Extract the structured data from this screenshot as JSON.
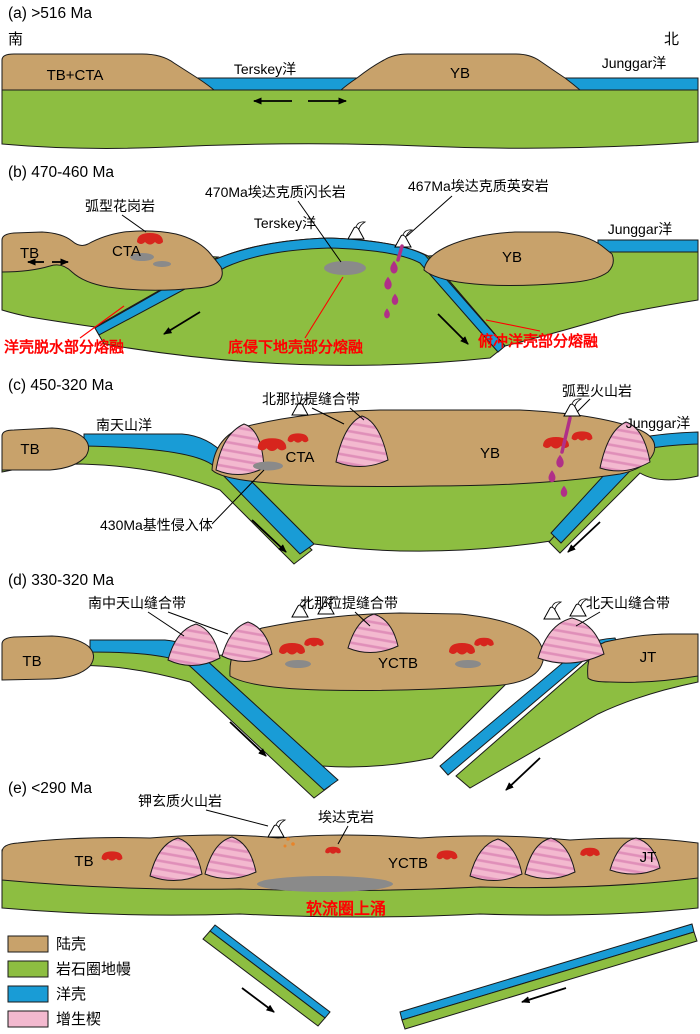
{
  "colors": {
    "continental_crust": "#C8A26B",
    "lithospheric_mantle": "#8DBE41",
    "oceanic_crust": "#199CD6",
    "accretionary_wedge": "#F3B9CF",
    "wedge_stripe": "#E08FB9",
    "magma_red": "#D7251D",
    "adakite_purple": "#B03088",
    "intrusion_gray": "#8A8A8A",
    "annotation_red": "#FF0000",
    "outline": "#1A1A1A"
  },
  "panels": {
    "a": {
      "title": "(a) >516 Ma",
      "direction_south": "南",
      "direction_north": "北",
      "blocks": {
        "tb_cta": "TB+CTA",
        "terskey_ocean": "Terskey洋",
        "yb": "YB",
        "junggar_ocean": "Junggar洋"
      }
    },
    "b": {
      "title": "(b) 470-460 Ma",
      "annotations": {
        "arc_granite": "弧型花岗岩",
        "adakitic_diorite": "470Ma埃达克质闪长岩",
        "adakitic_dacite": "467Ma埃达克质英安岩",
        "slab_dehydration_melting": "洋壳脱水部分熔融",
        "underplated_lower_crust_melting": "底侵下地壳部分熔融",
        "subducted_oceanic_crust_melting": "俯冲洋壳部分熔融"
      },
      "blocks": {
        "tb": "TB",
        "cta": "CTA",
        "terskey_ocean": "Terskey洋",
        "yb": "YB",
        "junggar_ocean": "Junggar洋"
      }
    },
    "c": {
      "title": "(c) 450-320 Ma",
      "annotations": {
        "north_nalati_suture": "北那拉提缝合带",
        "arc_volcanics": "弧型火山岩",
        "mafic_intrusion": "430Ma基性侵入体"
      },
      "blocks": {
        "tb": "TB",
        "south_tianshan_ocean": "南天山洋",
        "cta": "CTA",
        "yb": "YB",
        "junggar_ocean": "Junggar洋"
      }
    },
    "d": {
      "title": "(d) 330-320 Ma",
      "annotations": {
        "south_central_tianshan_suture": "南中天山缝合带",
        "north_nalati_suture": "北那拉提缝合带",
        "north_tianshan_suture": "北天山缝合带"
      },
      "blocks": {
        "tb": "TB",
        "yctb": "YCTB",
        "jt": "JT"
      }
    },
    "e": {
      "title": "(e) <290 Ma",
      "annotations": {
        "shoshonitic_volcanics": "钾玄质火山岩",
        "adakite": "埃达克岩",
        "asthenosphere_upwelling": "软流圈上涌"
      },
      "blocks": {
        "tb": "TB",
        "yctb": "YCTB",
        "jt": "JT"
      }
    }
  },
  "legend": {
    "items": [
      {
        "label": "陆壳",
        "color": "#C8A26B"
      },
      {
        "label": "岩石圈地幔",
        "color": "#8DBE41"
      },
      {
        "label": "洋壳",
        "color": "#199CD6"
      },
      {
        "label": "增生楔",
        "color": "#F3B9CF"
      }
    ]
  }
}
